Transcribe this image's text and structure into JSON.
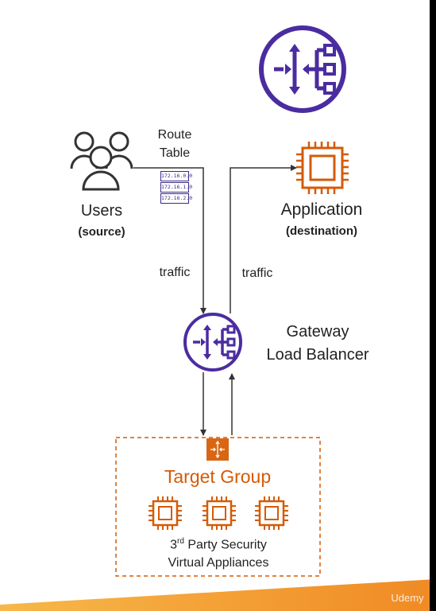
{
  "users": {
    "title": "Users",
    "subtitle": "(source)",
    "icon": "users-group-icon"
  },
  "route_table": {
    "title_line1": "Route",
    "title_line2": "Table",
    "entries": [
      "172.16.0.0",
      "172.16.1.0",
      "172.16.2.0"
    ],
    "icon": "route-table-icon"
  },
  "application": {
    "title": "Application",
    "subtitle": "(destination)",
    "icon": "chip-icon"
  },
  "gateway_load_balancer": {
    "title_line1": "Gateway",
    "title_line2": "Load Balancer",
    "icon": "gateway-load-balancer-icon"
  },
  "traffic_labels": {
    "down": "traffic",
    "up": "traffic"
  },
  "target_group": {
    "title": "Target Group",
    "desc_prefix": "3",
    "desc_sup": "rd",
    "desc_rest": " Party Security",
    "desc_line2": "Virtual Appliances",
    "icon": "target-group-icon",
    "appliance_icons": [
      "chip-icon",
      "chip-icon",
      "chip-icon"
    ]
  },
  "watermark": "Udemy",
  "colors": {
    "purple": "#4b2ca0",
    "orange": "#d45b07",
    "footer_orange": "#f29a2e",
    "line": "#333333"
  }
}
